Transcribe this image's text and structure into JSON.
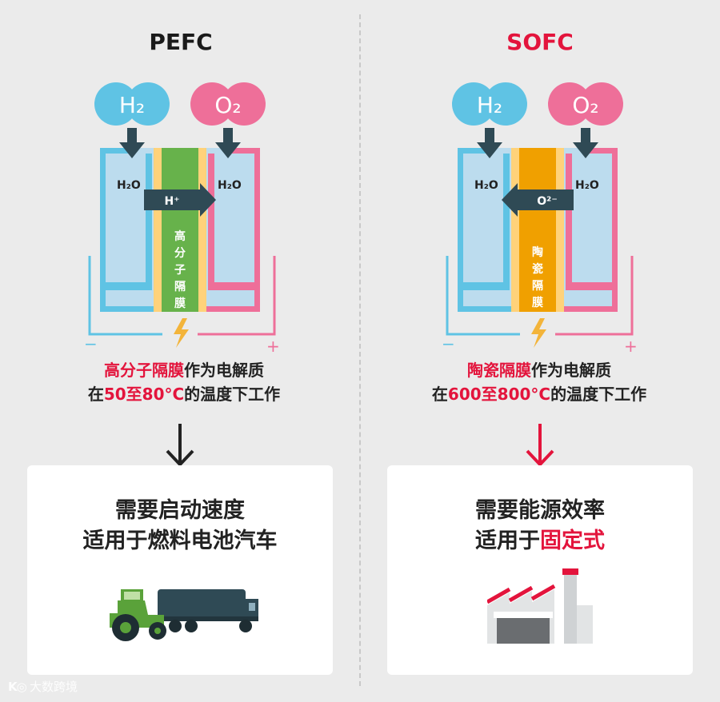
{
  "left": {
    "title": "PEFC",
    "h2_label": "H₂",
    "o2_label": "O₂",
    "water_left": "H₂O",
    "water_right": "H₂O",
    "ion": "H⁺",
    "membrane_label": "高分子隔膜",
    "caption_line1_hl": "高分子隔膜",
    "caption_line1_rest": "作为电解质",
    "caption_line2_pre": "在",
    "caption_line2_hl": "50至80°C",
    "caption_line2_rest": "的温度下工作",
    "card_line1": "需要启动速度",
    "card_line2": "适用于燃料电池汽车"
  },
  "right": {
    "title": "SOFC",
    "h2_label": "H₂",
    "o2_label": "O₂",
    "water_left": "H₂O",
    "water_right": "H₂O",
    "ion": "O²⁻",
    "membrane_label": "陶瓷隔膜",
    "caption_line1_hl": "陶瓷隔膜",
    "caption_line1_rest": "作为电解质",
    "caption_line2_pre": "在",
    "caption_line2_hl": "600至800°C",
    "caption_line2_rest": "的温度下工作",
    "card_line1": "需要能源效率",
    "card_line2_pre": "适用于",
    "card_line2_hl": "固定式"
  },
  "terminal_minus": "−",
  "terminal_plus": "+",
  "watermark": "大数跨境",
  "colors": {
    "h2": "#5fc3e4",
    "o2": "#ee6f99",
    "pefc_membrane": "#67b24b",
    "sofc_membrane": "#f0a000",
    "accent_red": "#e3143c",
    "arrow_dark": "#2f4a55"
  }
}
